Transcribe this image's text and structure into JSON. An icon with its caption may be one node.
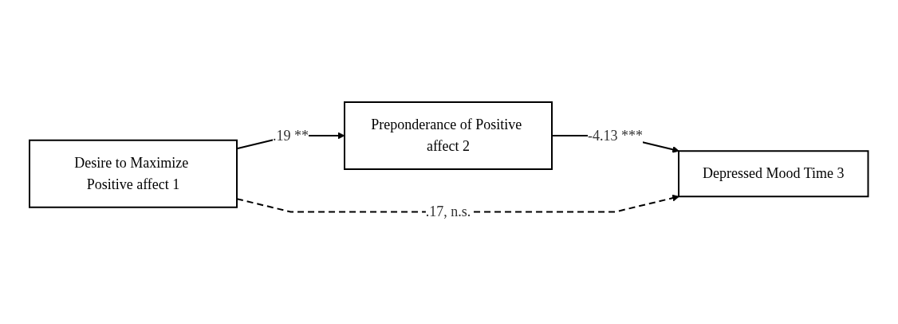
{
  "diagram": {
    "nodes": [
      {
        "text": [
          "Desire to Maximize Positive affect 1"
        ]
      },
      {
        "text": [
          "Preponderance of Positive affect 2"
        ]
      },
      {
        "text": [
          "Depressed Mood Time 3"
        ]
      }
    ],
    "edges": [
      {
        "from": 0,
        "to": 1,
        "arrow": "to",
        "label": ".19 **"
      },
      {
        "from": 1,
        "to": 2,
        "arrow": "to",
        "label": "-4.13 ***"
      },
      {
        "from": 0,
        "to": 2,
        "arrow": "to",
        "label": ".17, n.s.",
        "style": "dashed"
      }
    ]
  }
}
